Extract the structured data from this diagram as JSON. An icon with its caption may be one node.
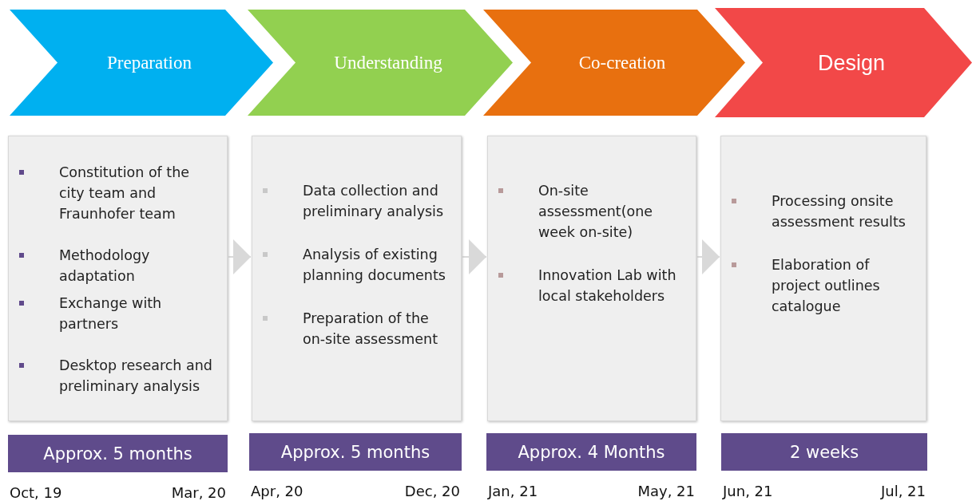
{
  "diagram": {
    "nodes": [
      {
        "text": [
          "Preparation"
        ]
      },
      {
        "text": [
          "Understanding"
        ]
      },
      {
        "text": [
          "Co-creation"
        ]
      },
      {
        "text": [
          "Design"
        ]
      },
      {
        "text": [
          "Constitution of the city team and Fraunhofer team",
          "Methodology adaptation",
          "Exchange with partners",
          "Desktop research and preliminary analysis"
        ]
      },
      {
        "text": [
          "Data collection and preliminary analysis",
          "Analysis of existing planning documents",
          "Preparation of the on-site assessment"
        ]
      },
      {
        "text": [
          "On-site assessment(one week on-site)",
          "Innovation Lab with local stakeholders"
        ]
      },
      {
        "text": [
          "Processing onsite assessment results",
          "Elaboration of project outlines catalogue"
        ]
      },
      {
        "text": [
          "Approx. 5 months"
        ],
        "beside": [
          "Oct, 19",
          "Mar, 20"
        ]
      },
      {
        "text": [
          "Approx. 5 months"
        ],
        "beside": [
          "Apr, 20",
          "Dec, 20"
        ]
      },
      {
        "text": [
          "Approx. 4 Months"
        ],
        "beside": [
          "Jan, 21",
          "May, 21"
        ]
      },
      {
        "text": [
          "2 weeks"
        ],
        "beside": [
          "Jun, 21",
          "Jul, 21"
        ]
      }
    ],
    "edges": [
      {
        "from": 4,
        "to": 5,
        "arrow": "to"
      },
      {
        "from": 5,
        "to": 6,
        "arrow": "to"
      },
      {
        "from": 6,
        "to": 7,
        "arrow": "to"
      }
    ]
  }
}
